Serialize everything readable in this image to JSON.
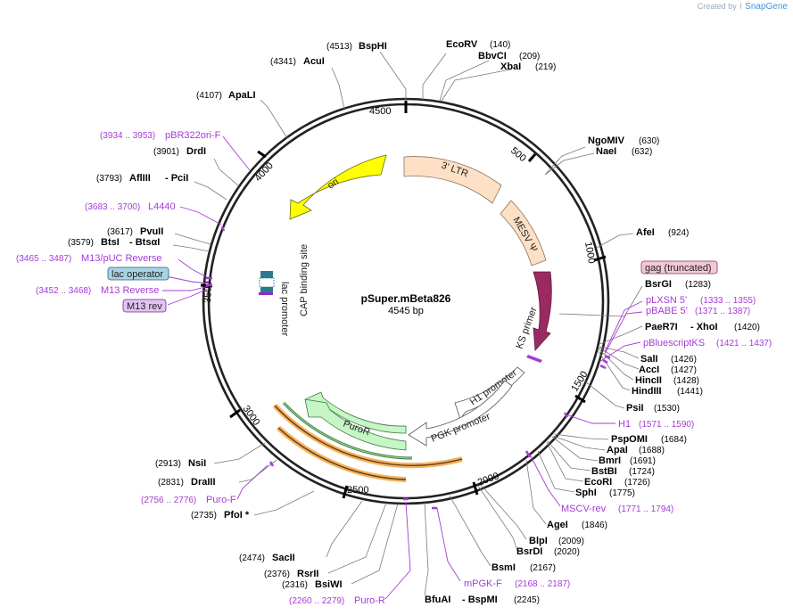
{
  "credit": {
    "prefix": "Created by",
    "brand": "SnapGene"
  },
  "plasmid": {
    "name": "pSuper.mBeta826",
    "length_label": "4545 bp",
    "length": 4545
  },
  "ticks": [
    "500",
    "1000",
    "1500",
    "2000",
    "2500",
    "3000",
    "3500",
    "4000",
    "4500"
  ],
  "features": [
    {
      "label": "3' LTR",
      "color": "#fde0c5"
    },
    {
      "label": "MESV Ψ",
      "color": "#fde0c5"
    },
    {
      "label": "KS primer",
      "color": "#9b2a62"
    },
    {
      "label": "H1 promoter",
      "color": "#ffffff"
    },
    {
      "label": "PGK promoter",
      "color": "#ffffff"
    },
    {
      "label": "PuroR",
      "color": "#c6f5c6"
    },
    {
      "label": "ori",
      "color": "#ffff00"
    },
    {
      "label": "CAP binding site",
      "color": "#2c7b8c"
    },
    {
      "label": "lac promoter",
      "color": "#ffffff"
    },
    {
      "label": "lac operator",
      "color": "#2c7b8c"
    }
  ],
  "enzymes": [
    {
      "name": "BspHI",
      "pos": "(4513)"
    },
    {
      "name": "EcoRV",
      "pos": "(140)"
    },
    {
      "name": "BbvCI",
      "pos": "(209)"
    },
    {
      "name": "XbaI",
      "pos": "(219)"
    },
    {
      "name": "AcuI",
      "pos": "(4341)"
    },
    {
      "name": "ApaLI",
      "pos": "(4107)"
    },
    {
      "name": "NgoMIV",
      "pos": "(630)"
    },
    {
      "name": "NaeI",
      "pos": "(632)"
    },
    {
      "name": "DrdI",
      "pos": "(3901)"
    },
    {
      "name": "AflIII",
      "pos": "(3793)",
      "extra": "- PciI"
    },
    {
      "name": "AfeI",
      "pos": "(924)"
    },
    {
      "name": "PvuII",
      "pos": "(3617)"
    },
    {
      "name": "BtsI",
      "pos": "(3579)",
      "extra": "- BtsαI"
    },
    {
      "name": "BsrGI",
      "pos": "(1283)"
    },
    {
      "name": "PaeR7I",
      "pos": "(1420)",
      "extra": "- XhoI"
    },
    {
      "name": "SalI",
      "pos": "(1426)"
    },
    {
      "name": "AccI",
      "pos": "(1427)"
    },
    {
      "name": "HincII",
      "pos": "(1428)"
    },
    {
      "name": "HindIII",
      "pos": "(1441)"
    },
    {
      "name": "PsiI",
      "pos": "(1530)"
    },
    {
      "name": "PspOMI",
      "pos": "(1684)"
    },
    {
      "name": "ApaI",
      "pos": "(1688)"
    },
    {
      "name": "BmrI",
      "pos": "(1691)"
    },
    {
      "name": "BstBI",
      "pos": "(1724)"
    },
    {
      "name": "EcoRI",
      "pos": "(1726)"
    },
    {
      "name": "SphI",
      "pos": "(1775)"
    },
    {
      "name": "AgeI",
      "pos": "(1846)"
    },
    {
      "name": "BlpI",
      "pos": "(2009)"
    },
    {
      "name": "BsrDI",
      "pos": "(2020)"
    },
    {
      "name": "BsmI",
      "pos": "(2167)"
    },
    {
      "name": "BfuAI",
      "pos": "(2245)",
      "extra": "- BspMI"
    },
    {
      "name": "NsiI",
      "pos": "(2913)"
    },
    {
      "name": "DraIII",
      "pos": "(2831)"
    },
    {
      "name": "PfoI *",
      "pos": "(2735)"
    },
    {
      "name": "SacII",
      "pos": "(2474)"
    },
    {
      "name": "RsrII",
      "pos": "(2376)"
    },
    {
      "name": "BsiWI",
      "pos": "(2316)"
    }
  ],
  "primers": [
    {
      "name": "pBR322ori-F",
      "pos": "(3934 .. 3953)"
    },
    {
      "name": "L4440",
      "pos": "(3683 .. 3700)"
    },
    {
      "name": "M13/pUC Reverse",
      "pos": "(3465 .. 3487)"
    },
    {
      "name": "M13 Reverse",
      "pos": "(3452 .. 3468)"
    },
    {
      "name": "pLXSN 5'",
      "pos": "(1333 .. 1355)"
    },
    {
      "name": "pBABE 5'",
      "pos": "(1371 .. 1387)"
    },
    {
      "name": "pBluescriptKS",
      "pos": "(1421 .. 1437)"
    },
    {
      "name": "H1",
      "pos": "(1571 .. 1590)"
    },
    {
      "name": "MSCV-rev",
      "pos": "(1771 .. 1794)"
    },
    {
      "name": "mPGK-F",
      "pos": "(2168 .. 2187)"
    },
    {
      "name": "Puro-F",
      "pos": "(2756 .. 2776)"
    },
    {
      "name": "Puro-R",
      "pos": "(2260 .. 2279)"
    }
  ],
  "boxed_labels": [
    {
      "name": "gag (truncated)",
      "color": "#f3c7d6"
    },
    {
      "name": "lac operator",
      "color": "#a9d4e3"
    },
    {
      "name": "M13 rev",
      "color": "#e2c4f2"
    }
  ]
}
